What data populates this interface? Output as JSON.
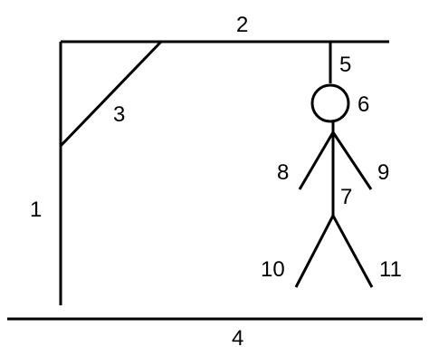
{
  "labels": {
    "upright": "1",
    "beam": "2",
    "brace": "3",
    "ground": "4",
    "rope": "5",
    "head": "6",
    "body": "7",
    "left_arm": "8",
    "right_arm": "9",
    "left_leg": "10",
    "right_leg": "11"
  },
  "colors": {
    "ink": "#000000",
    "background": "#ffffff"
  }
}
